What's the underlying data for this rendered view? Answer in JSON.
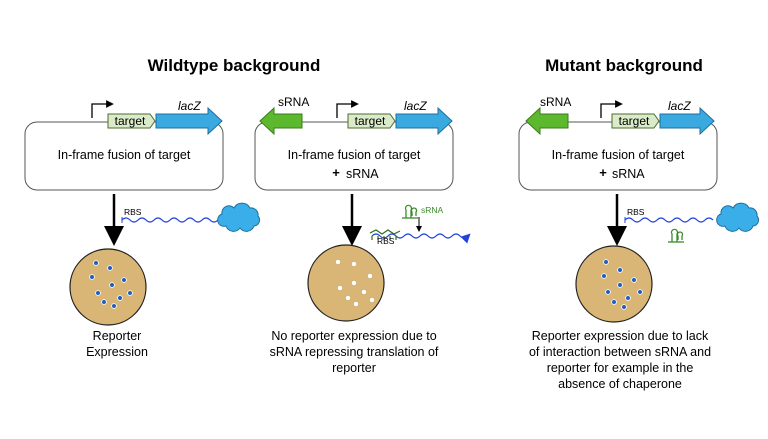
{
  "titles": {
    "wildtype": "Wildtype background",
    "mutant": "Mutant background"
  },
  "labels": {
    "target": "target",
    "lacz": "lacZ",
    "srna": "sRNA",
    "rbs": "RBS",
    "fusion": "In-frame fusion of target",
    "plus": "+",
    "plus_srna": "sRNA"
  },
  "captions": {
    "panel1": [
      "Reporter",
      "Expression"
    ],
    "panel2": [
      "No reporter expression due to",
      "sRNA repressing translation of",
      "reporter"
    ],
    "panel3": [
      "Reporter expression due to lack",
      "of interaction between sRNA and",
      "reporter for example in the",
      "absence of chaperone"
    ]
  },
  "colors": {
    "target_fill": "#d9ebc8",
    "target_stroke": "#4f6b2f",
    "lacz_fill": "#39a9e0",
    "lacz_stroke": "#1d6f9e",
    "srna_fill": "#5cb82c",
    "srna_stroke": "#3a7d1a",
    "plate_fill": "#d9b676",
    "plate_stroke": "#222222",
    "blue_colony": "#1e5fbf",
    "white_colony": "#ffffff",
    "mrna": "#2244dd",
    "cloud": "#3aaee8"
  },
  "icons": [
    "promoter-arrow-icon",
    "ribosome-cloud-icon",
    "srna-hairpin-icon",
    "wavy-mrna-icon"
  ]
}
